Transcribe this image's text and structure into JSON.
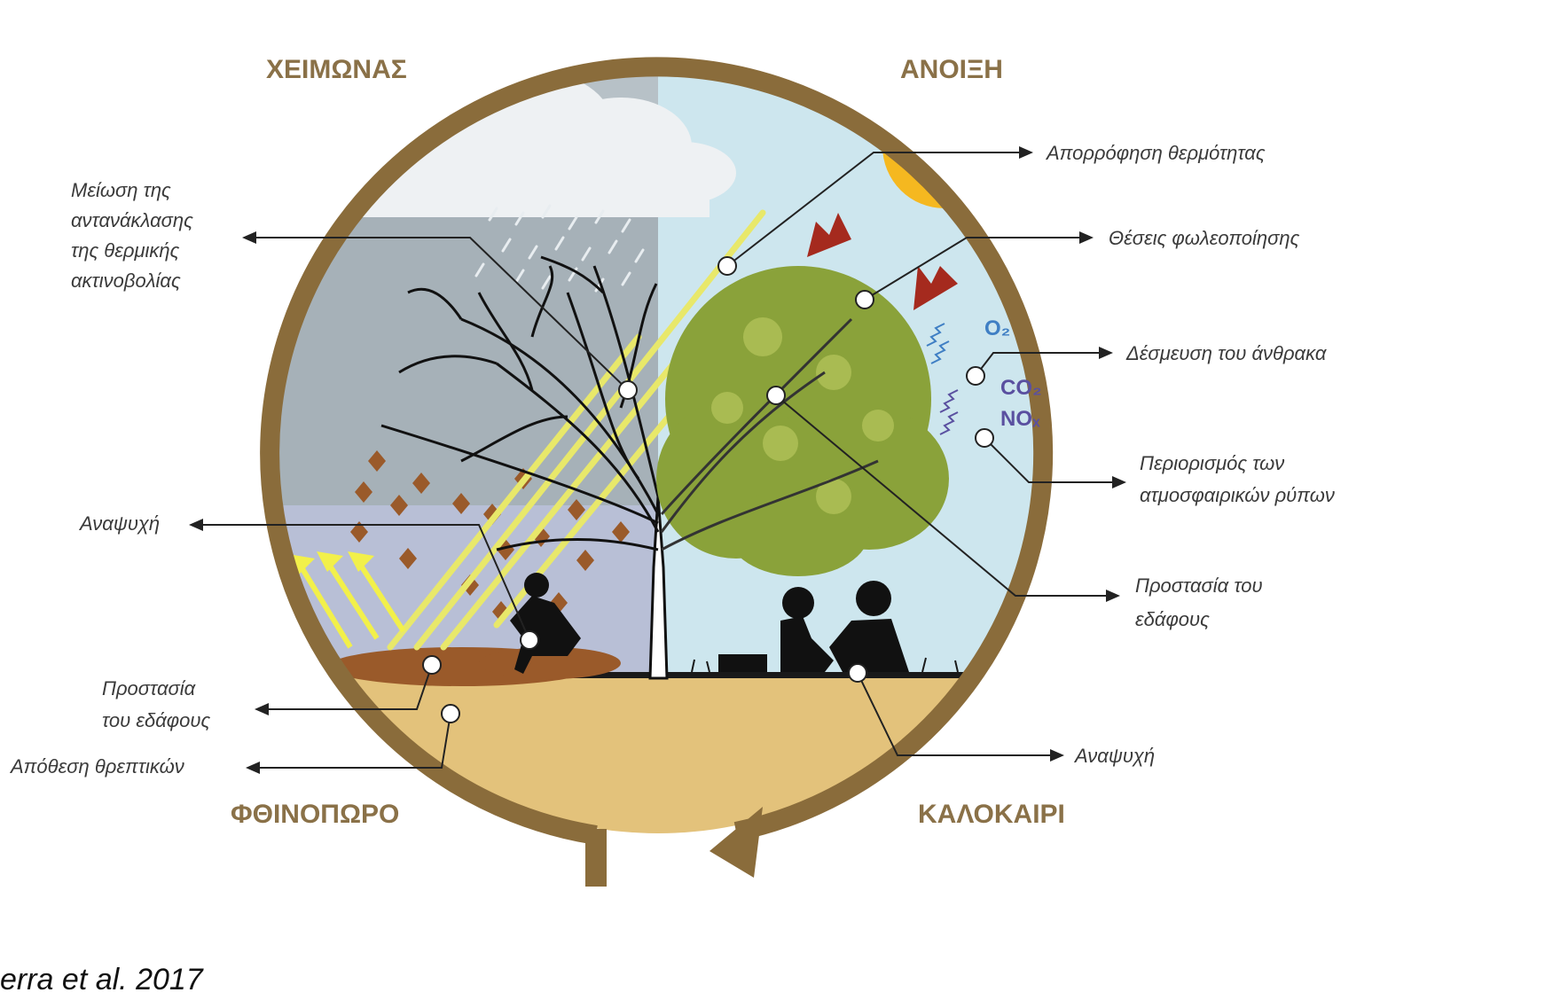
{
  "seasons": {
    "winter": "ΧΕΙΜΩΝΑΣ",
    "spring": "ΑΝΟΙΞΗ",
    "autumn": "ΦΘΙΝΟΠΩΡΟ",
    "summer": "ΚΑΛΟΚΑΙΡΙ"
  },
  "labels": {
    "reflection": [
      "Μείωση της",
      "αντανάκλασης",
      "της θερμικής",
      "ακτινοβολίας"
    ],
    "heat_absorption": "Απορρόφηση θερμότητας",
    "nesting": "Θέσεις φωλεοποίησης",
    "carbon": "Δέσμευση του άνθρακα",
    "pollutants": [
      "Περιορισμός των",
      "ατμοσφαιρικών ρύπων"
    ],
    "soil_right": [
      "Προστασία του",
      "εδάφους"
    ],
    "recreation_left": "Αναψυχή",
    "soil_left": [
      "Προστασία",
      "του εδάφους"
    ],
    "nutrients": "Απόθεση θρεπτικών",
    "recreation_right": "Αναψυχή"
  },
  "chemicals": {
    "o2": "O₂",
    "co2": "CO₂",
    "nox": "NOₓ"
  },
  "credit": "erra et al. 2017",
  "colors": {
    "ring": "#8a6c3b",
    "winter_sky": "#a8b3ba",
    "spring_sky": "#cde6ee",
    "autumn_sky": "#b9c0d6",
    "soil": "#e3c27b",
    "foliage": "#8aa23a",
    "autumn_leaf": "#9a5a2a",
    "bird": "#a52a1e",
    "sun": "#f5b820"
  }
}
